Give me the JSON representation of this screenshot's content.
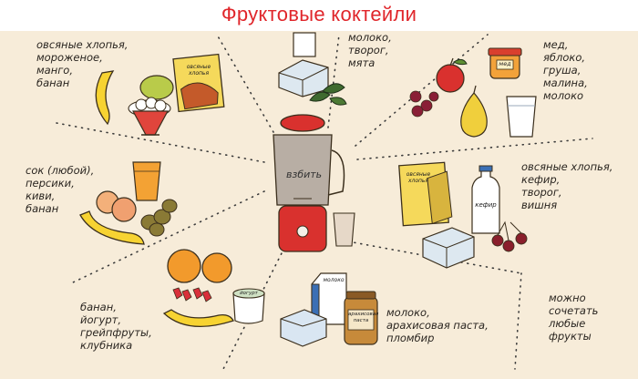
{
  "title": "Фруктовые коктейли",
  "center": {
    "blender_label": "взбить"
  },
  "packages": {
    "oats_top": [
      "овсяные",
      "хлопья"
    ],
    "honey": "мед",
    "oats_right": [
      "овсяные",
      "хлопья"
    ],
    "kefir": "кефир",
    "yogurt": "йогурт",
    "milk": "молоко",
    "peanut": [
      "арахисовая",
      "паста"
    ]
  },
  "recipes": [
    {
      "id": "top-left",
      "lines": [
        "овсяные хлопья,",
        "мороженое,",
        "манго,",
        "банан"
      ]
    },
    {
      "id": "top-center",
      "lines": [
        "молоко,",
        "творог,",
        "мята"
      ]
    },
    {
      "id": "top-right",
      "lines": [
        "мед,",
        "яблоко,",
        "груша,",
        "малина,",
        "молоко"
      ]
    },
    {
      "id": "middle-left",
      "lines": [
        "сок (любой),",
        "персики,",
        "киви,",
        "банан"
      ]
    },
    {
      "id": "middle-right",
      "lines": [
        "овсяные хлопья,",
        "кефир,",
        "творог,",
        "вишня"
      ]
    },
    {
      "id": "bottom-left",
      "lines": [
        "банан,",
        "йогурт,",
        "грейпфруты,",
        "клубника"
      ]
    },
    {
      "id": "bottom-center",
      "lines": [
        "молоко,",
        "арахисовая паста,",
        "пломбир"
      ]
    },
    {
      "id": "bottom-right",
      "lines": [
        "можно",
        "сочетать",
        "любые",
        "фрукты"
      ]
    }
  ]
}
